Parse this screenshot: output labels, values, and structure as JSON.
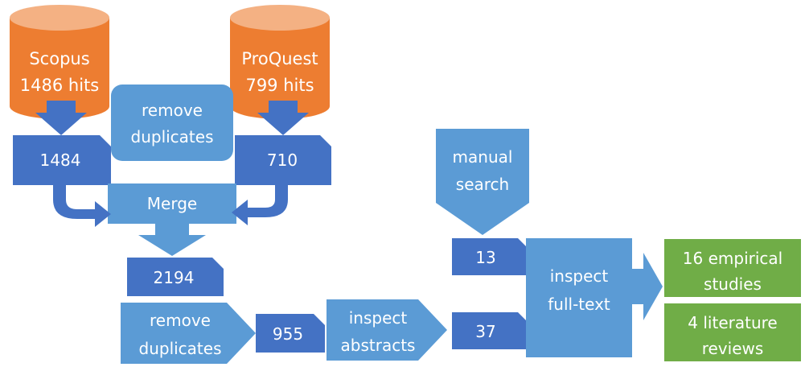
{
  "colors": {
    "orange": "#ED7D31",
    "orange_top": "#F4B183",
    "light_blue": "#5B9BD5",
    "dark_blue": "#4472C4",
    "green": "#70AD47"
  },
  "sources": {
    "scopus": {
      "name": "Scopus",
      "hits": "1486 hits"
    },
    "proquest": {
      "name": "ProQuest",
      "hits": "799 hits"
    }
  },
  "steps": {
    "remove_duplicates_top": [
      "remove",
      "duplicates"
    ],
    "scopus_count": "1484",
    "proquest_count": "710",
    "merge": "Merge",
    "merged_count": "2194",
    "remove_duplicates_bottom": [
      "remove",
      "duplicates"
    ],
    "dedup_count": "955",
    "inspect_abstracts": [
      "inspect",
      "abstracts"
    ],
    "abstracts_count": "37",
    "manual_search": [
      "manual",
      "search"
    ],
    "manual_count": "13",
    "inspect_fulltext": [
      "inspect",
      "full-text"
    ]
  },
  "results": {
    "empirical": [
      "16 empirical",
      "studies"
    ],
    "reviews": [
      "4 literature",
      "reviews"
    ]
  }
}
